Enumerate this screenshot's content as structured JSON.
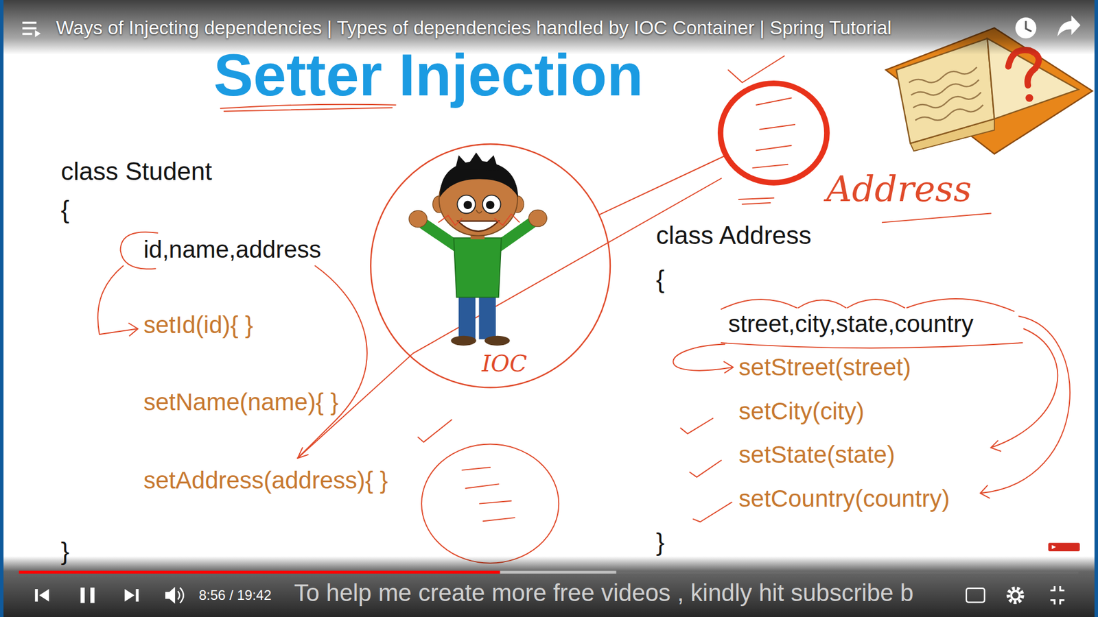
{
  "diagram": {
    "title": "Setter Injection",
    "nodes": [
      {
        "text": [
          "Address"
        ]
      },
      {
        "text": [
          "IOC"
        ]
      }
    ],
    "edges": [
      {
        "from": 1,
        "to": 0,
        "arrow": "none"
      }
    ],
    "labels": [
      "Ways of Injecting dependencies | Types of dependencies handled by IOC Container | Spring Tutorial",
      "class Student",
      "{",
      "id,name,address",
      "setId(id){ }",
      "setName(name){ }",
      "setAddress(address){ }",
      "}",
      "class Address",
      "{",
      "street,city,state,country",
      "setStreet(street)",
      "setCity(city)",
      "setState(state)",
      "setCountry(country)",
      "}",
      "8:56 / 19:42",
      "To help me create more free videos , kindly hit subscribe b"
    ]
  }
}
